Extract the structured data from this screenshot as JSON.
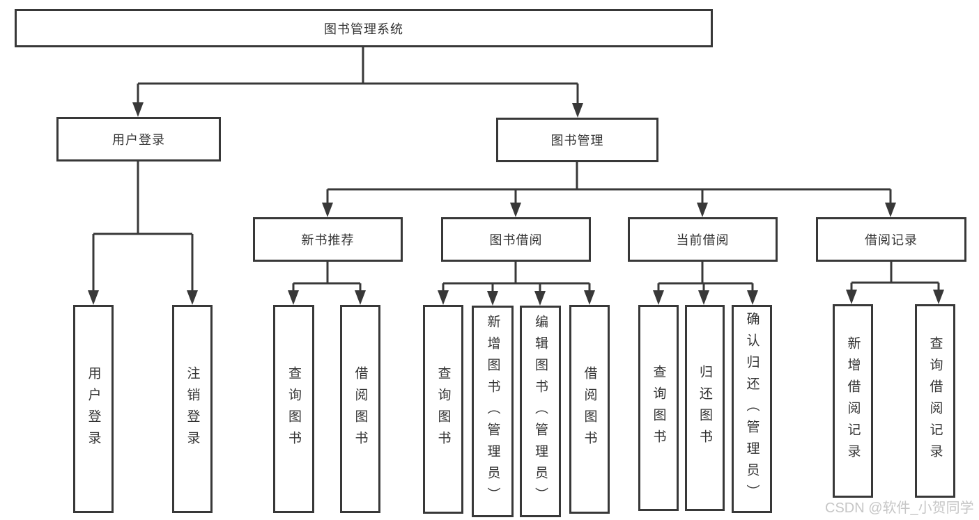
{
  "diagram": {
    "type": "hierarchy-tree",
    "tree": {
      "label": "图书管理系统",
      "children": [
        {
          "label": "用户登录",
          "children": [
            {
              "label": "用户登录"
            },
            {
              "label": "注销登录"
            }
          ]
        },
        {
          "label": "图书管理",
          "children": [
            {
              "label": "新书推荐",
              "children": [
                {
                  "label": "查询图书"
                },
                {
                  "label": "借阅图书"
                }
              ]
            },
            {
              "label": "图书借阅",
              "children": [
                {
                  "label": "查询图书"
                },
                {
                  "label": "新增图书（管理员）"
                },
                {
                  "label": "编辑图书（管理员）"
                },
                {
                  "label": "借阅图书"
                }
              ]
            },
            {
              "label": "当前借阅",
              "children": [
                {
                  "label": "查询图书"
                },
                {
                  "label": "归还图书"
                },
                {
                  "label": "确认归还（管理员）"
                }
              ]
            },
            {
              "label": "借阅记录",
              "children": [
                {
                  "label": "新增借阅记录"
                },
                {
                  "label": "查询借阅记录"
                }
              ]
            }
          ]
        }
      ]
    },
    "colors": {
      "line": "#383838",
      "text": "#333333",
      "background": "#ffffff",
      "watermark": "#c6c6c6"
    }
  },
  "watermark": {
    "text": "CSDN @软件_小贺同学"
  }
}
